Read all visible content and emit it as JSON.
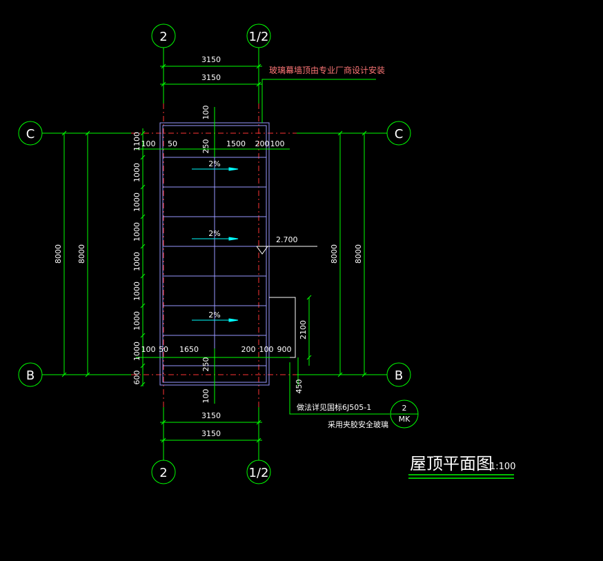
{
  "grid": {
    "axis_2": "2",
    "axis_half": "1/2",
    "axis_c": "C",
    "axis_b": "B"
  },
  "dims": {
    "top_span_outer": "3150",
    "top_span_inner": "3150",
    "bottom_span_inner": "3150",
    "bottom_span_outer": "3150",
    "top_gap": "100",
    "bottom_gap": "100",
    "top_row": [
      "100",
      "50",
      "250",
      "1500",
      "200",
      "100"
    ],
    "bottom_row": [
      "100",
      "50",
      "1650",
      "200",
      "100",
      "900"
    ],
    "left_vertical": [
      "1100",
      "1000",
      "1000",
      "1000",
      "1000",
      "1000",
      "1000",
      "1000",
      "600"
    ],
    "left_total_outer": "8000",
    "left_total_inner": "8000",
    "right_total_inner": "8000",
    "right_total_outer": "8000",
    "step_height": "2100",
    "bottom_250": "250",
    "bottom_450": "450"
  },
  "slopes": [
    "2%",
    "2%",
    "2%"
  ],
  "elevation": "2.700",
  "notes": {
    "glass_curtain_note": "玻璃幕墙顶由专业厂商设计安装",
    "detail_ref": "做法详见国标6J505-1",
    "glass_note": "采用夹胶安全玻璃",
    "detail_num": "2",
    "detail_sheet": "MK"
  },
  "title": {
    "name": "屋顶平面图",
    "scale": "1:100"
  },
  "colors": {
    "background": "#000000",
    "dimension": "#00ff00",
    "outline": "#9999ff",
    "grid_line": "#ff3333",
    "note": "#ff7777",
    "arrow": "#00ffff",
    "text": "#ffffff"
  }
}
